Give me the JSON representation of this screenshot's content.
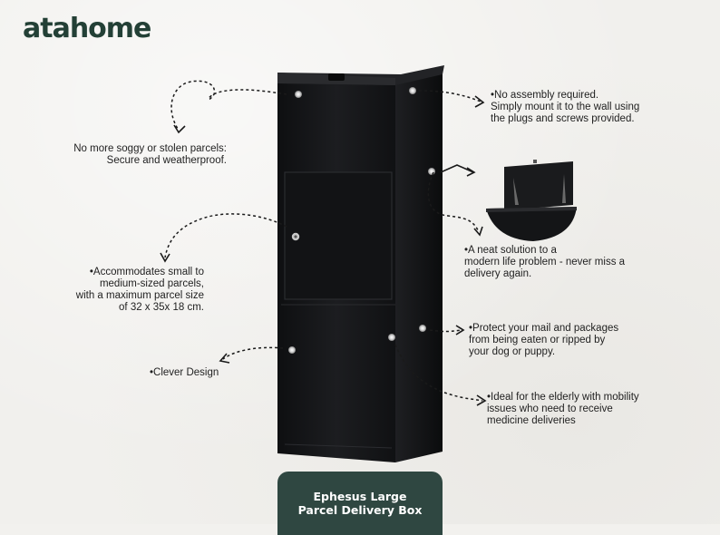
{
  "brand": {
    "logo_text": "atahome"
  },
  "product": {
    "name_line1": "Ephesus Large",
    "name_line2": "Parcel Delivery Box"
  },
  "features": {
    "no_assembly": "•No assembly required.\nSimply mount it to the wall using\nthe plugs and screws provided.",
    "secure": "No more soggy or stolen parcels:\nSecure and weatherproof.",
    "neat_solution": "•A neat solution to a\nmodern life problem - never miss a\ndelivery again.",
    "accommodates": "•Accommodates small to\nmedium-sized parcels,\nwith a maximum parcel size\nof  32 x 35x 18 cm.",
    "protect": "•Protect your mail and packages\nfrom being eaten or ripped by\nyour dog or puppy.",
    "clever": "•Clever Design",
    "elderly": "•Ideal for the elderly with mobility\nissues who need to receive\nmedicine deliveries"
  },
  "colors": {
    "brand": "#234036",
    "tag_background": "#2f4741",
    "box": "#17181a",
    "background": "#f1f0ed"
  }
}
